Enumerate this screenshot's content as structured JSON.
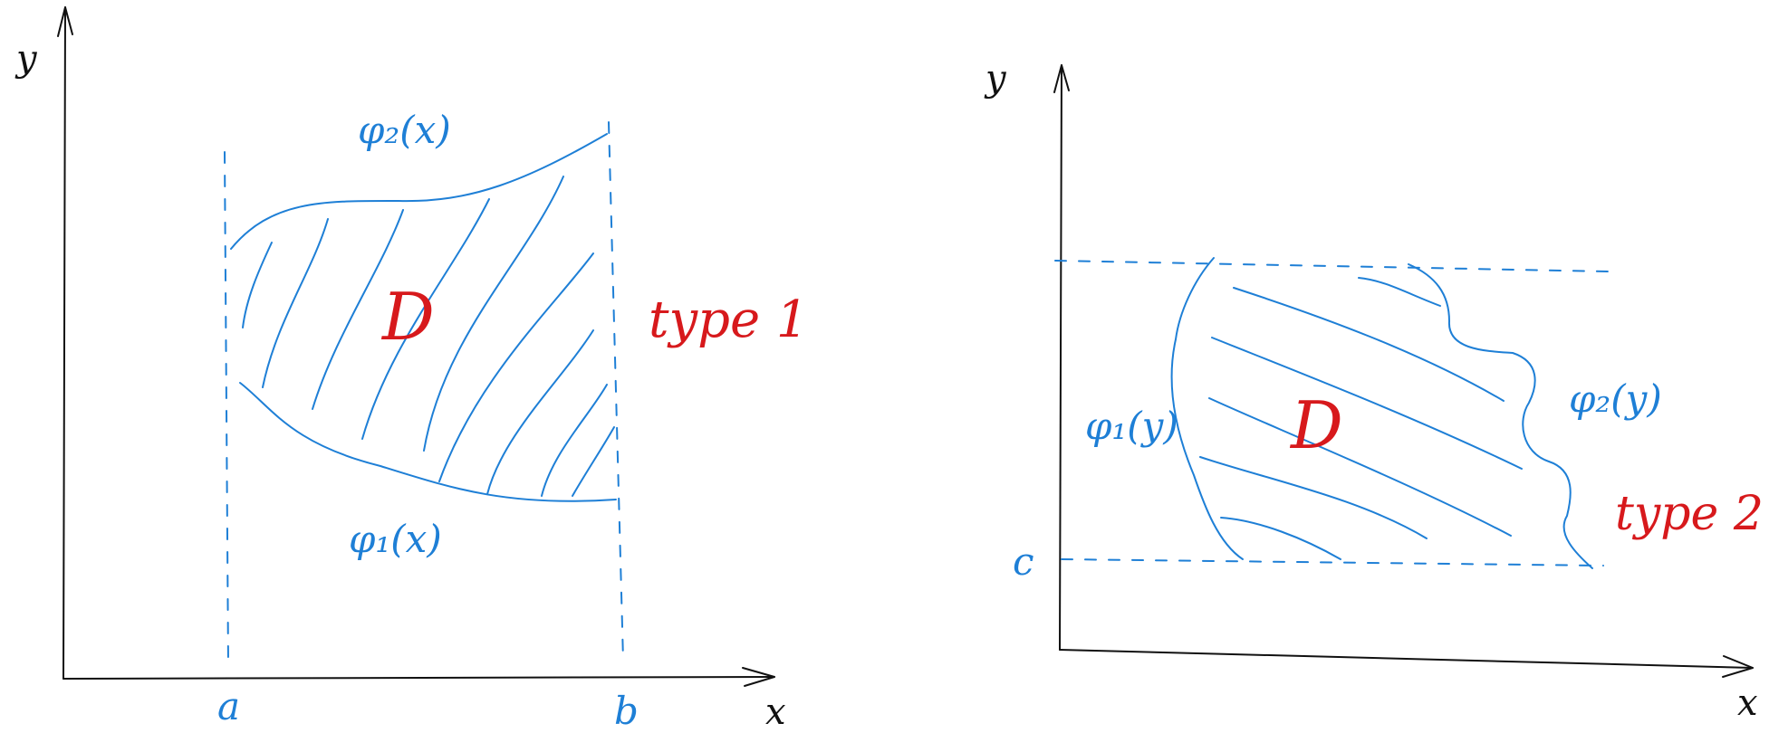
{
  "diagrams": [
    {
      "region_label": "D",
      "type_label": "type 1",
      "axes": {
        "x": "x",
        "y": "y"
      },
      "lower_curve": "φ₁(x)",
      "upper_curve": "φ₂(x)",
      "bounds": {
        "left": "a",
        "right": "b"
      }
    },
    {
      "region_label": "D",
      "type_label": "type 2",
      "axes": {
        "x": "x",
        "y": "y"
      },
      "left_curve": "φ₁(y)",
      "right_curve": "φ₂(y)",
      "bounds": {
        "bottom": "c"
      }
    }
  ],
  "colors": {
    "axes": "#111111",
    "curves": "#1e7fd6",
    "labels": "#d7191c"
  }
}
